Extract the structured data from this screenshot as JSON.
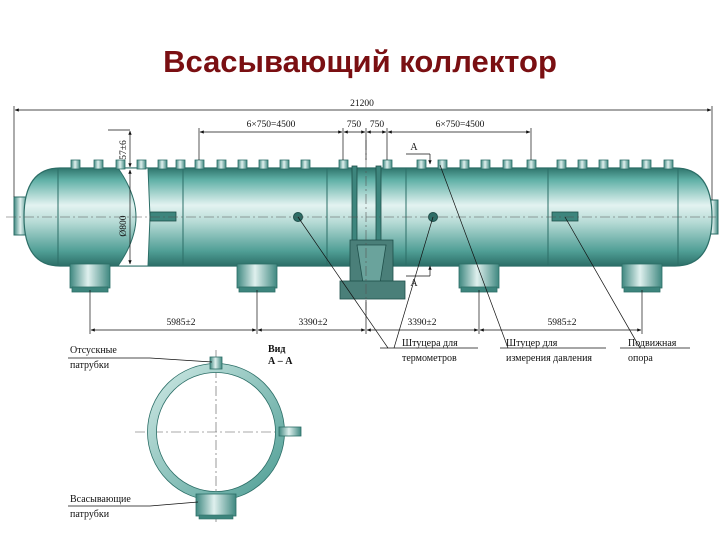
{
  "title": "Всасывающий коллектор",
  "dimensions": {
    "overall": "21200",
    "pitch_left": "6×750=4500",
    "pitch_mid_a": "750",
    "pitch_mid_b": "750",
    "pitch_right": "6×750=4500",
    "height": "57±6",
    "diameter": "Ø800",
    "span_1": "5985±2",
    "span_2": "3390±2",
    "span_3": "3390±2",
    "span_4": "5985±2"
  },
  "section_markers": {
    "top": "А",
    "bottom": "А"
  },
  "callouts": {
    "thermo_1": "Штуцера для",
    "thermo_2": "термометров",
    "pressure_1": "Штуцер для",
    "pressure_2": "измерения давления",
    "support_1": "Подвижная",
    "support_2": "опора"
  },
  "section_view": {
    "title_1": "Вид",
    "title_2": "А – А",
    "outlet_1": "Отсускные",
    "outlet_2": "патрубки",
    "inlet_1": "Всасывающие",
    "inlet_2": "патрубки"
  },
  "colors": {
    "title": "#7a0f12",
    "shell": "#4f9e95",
    "shell_highlight": "#e3f3f1",
    "shell_shadow": "#2c6e67",
    "support": "#4a7f79",
    "line": "#111111"
  }
}
